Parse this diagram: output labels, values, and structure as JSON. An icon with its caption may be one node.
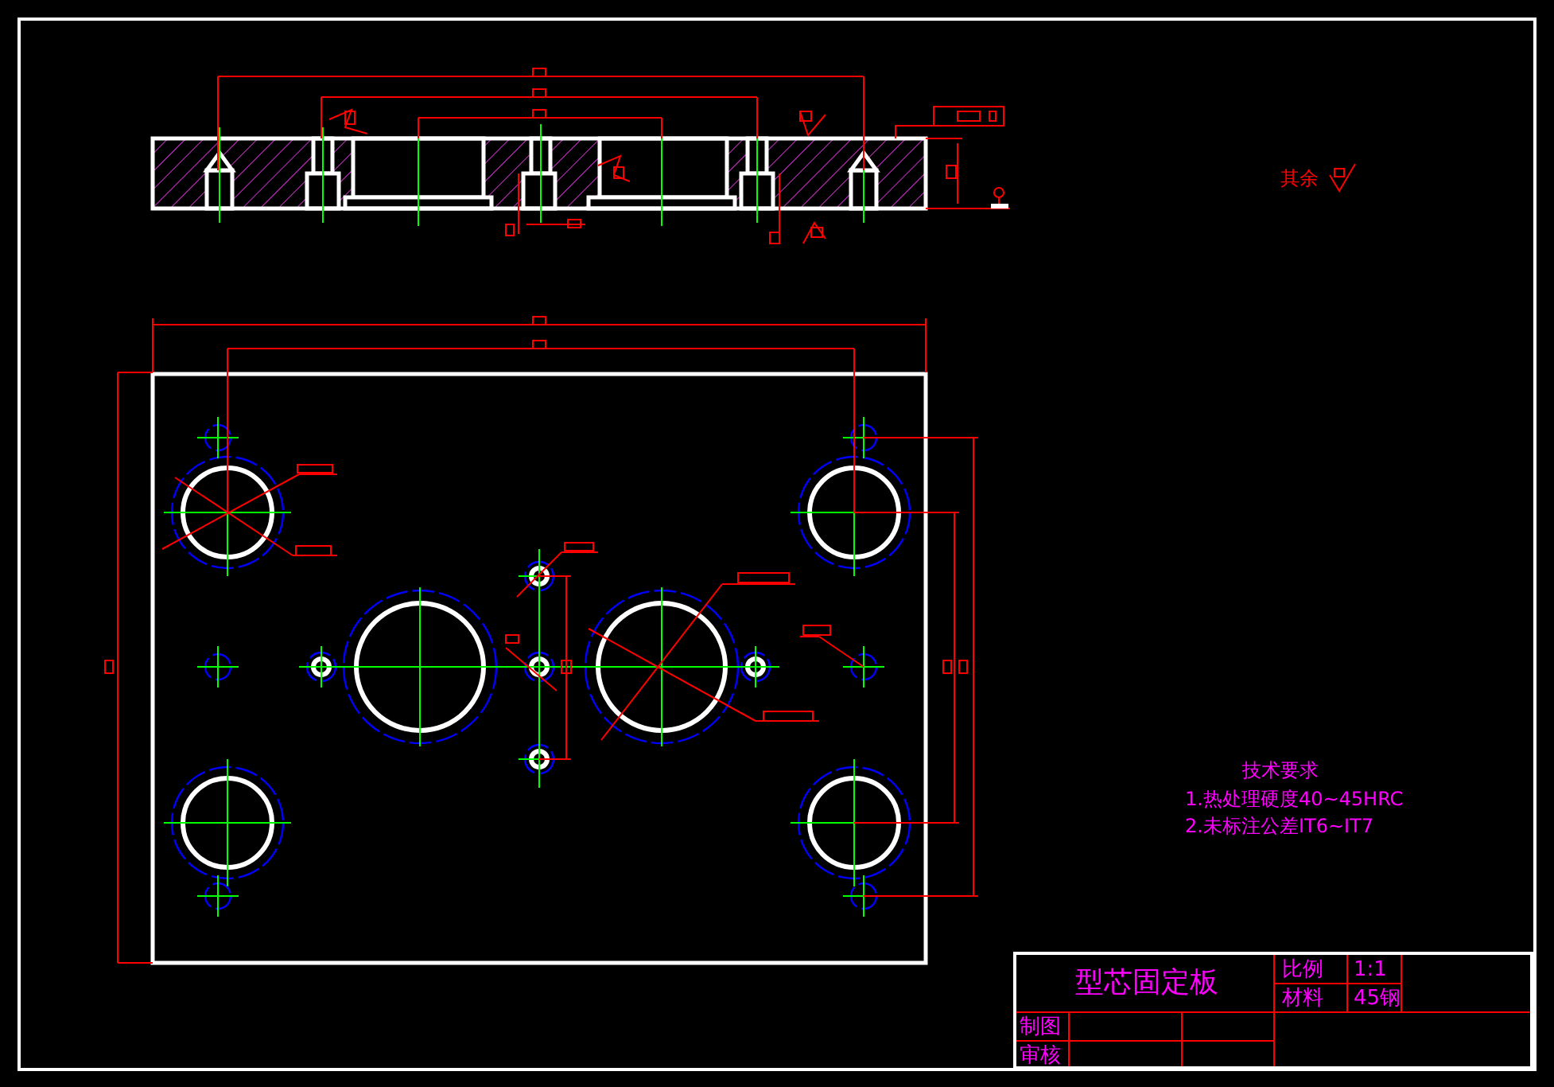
{
  "diagram": {
    "title": "型芯固定板",
    "labels": [
      "其余",
      "技术要求",
      "1.热处理硬度40~45HRC",
      "2.未标注公差IT6~IT7",
      "比例",
      "1:1",
      "材料",
      "45钢",
      "制图",
      "审核"
    ]
  }
}
